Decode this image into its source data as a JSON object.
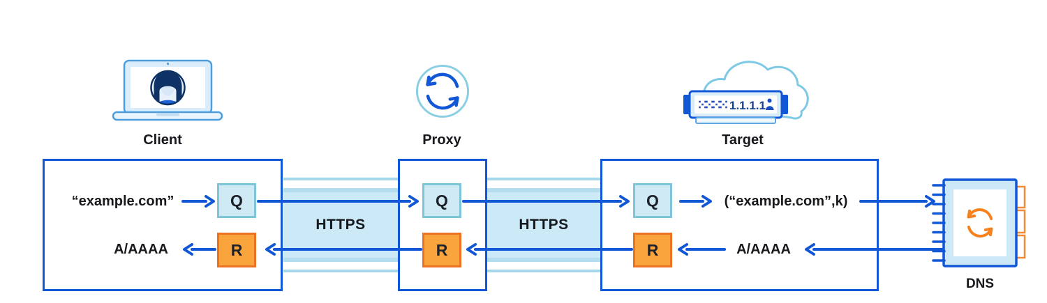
{
  "nodes": {
    "client": {
      "label": "Client"
    },
    "proxy": {
      "label": "Proxy"
    },
    "target": {
      "label": "Target",
      "server_ip": "1.1.1.1"
    },
    "dns": {
      "label": "DNS"
    }
  },
  "boxes": {
    "client": {
      "q": "Q",
      "r": "R",
      "query_text": "“example.com”",
      "response_text": "A/AAAA"
    },
    "proxy": {
      "q": "Q",
      "r": "R"
    },
    "target": {
      "q": "Q",
      "r": "R",
      "query_text": "(“example.com”,k)",
      "response_text": "A/AAAA"
    }
  },
  "links": {
    "client_proxy": "HTTPS",
    "proxy_target": "HTTPS"
  },
  "colors": {
    "primary_blue": "#1157d6",
    "band_light_blue": "#cbe9f6",
    "band_strip_blue": "#a6d7ea",
    "query_fill": "#cfe9f5",
    "query_border": "#7fc4d9",
    "response_fill": "#f9a43d",
    "response_border": "#ee7223",
    "orange_accent": "#f6821f",
    "icon_cyan": "#7ec9e6",
    "avatar_navy": "#0e3266"
  }
}
